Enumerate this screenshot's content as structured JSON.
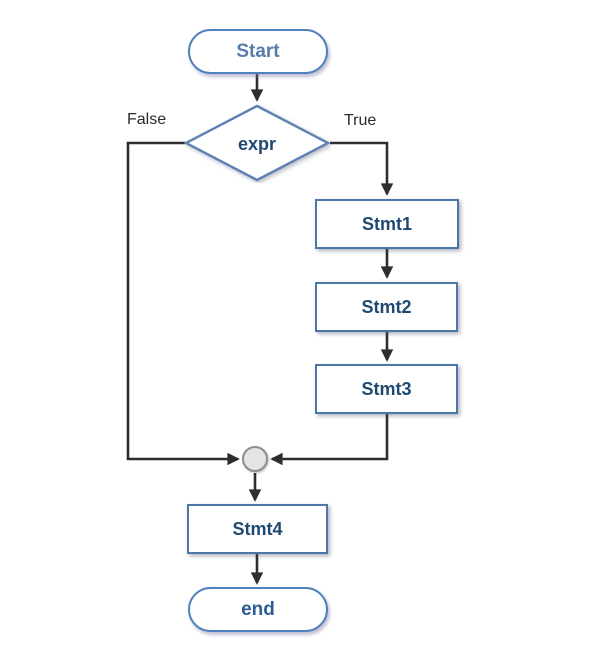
{
  "flowchart": {
    "description": "if statement control flow diagram",
    "nodes": {
      "start": {
        "label": "Start",
        "shape": "terminator"
      },
      "expr": {
        "label": "expr",
        "shape": "decision"
      },
      "stmt1": {
        "label": "Stmt1",
        "shape": "process"
      },
      "stmt2": {
        "label": "Stmt2",
        "shape": "process"
      },
      "stmt3": {
        "label": "Stmt3",
        "shape": "process"
      },
      "stmt4": {
        "label": "Stmt4",
        "shape": "process"
      },
      "end": {
        "label": "end",
        "shape": "terminator"
      }
    },
    "branch_labels": {
      "false": "False",
      "true": "True"
    },
    "edges": [
      {
        "from": "start",
        "to": "expr"
      },
      {
        "from": "expr",
        "to": "stmt1",
        "label": "True"
      },
      {
        "from": "stmt1",
        "to": "stmt2"
      },
      {
        "from": "stmt2",
        "to": "stmt3"
      },
      {
        "from": "stmt3",
        "to": "junction"
      },
      {
        "from": "expr",
        "to": "junction",
        "label": "False"
      },
      {
        "from": "junction",
        "to": "stmt4"
      },
      {
        "from": "stmt4",
        "to": "end"
      }
    ],
    "colors": {
      "process_border": "#4a77a8",
      "terminator_border": "#4f81bd",
      "decision_border": "#5b84b4",
      "process_text": "#1f4971",
      "start_text": "#567cac",
      "end_text": "#2e5d94",
      "decision_text": "#1f4971",
      "branch_label_text": "#2b2b2b",
      "connector": "#2e2e2e",
      "junction_fill": "#e4e4e4",
      "junction_border": "#8d8d8d",
      "background": "#ffffff"
    }
  }
}
